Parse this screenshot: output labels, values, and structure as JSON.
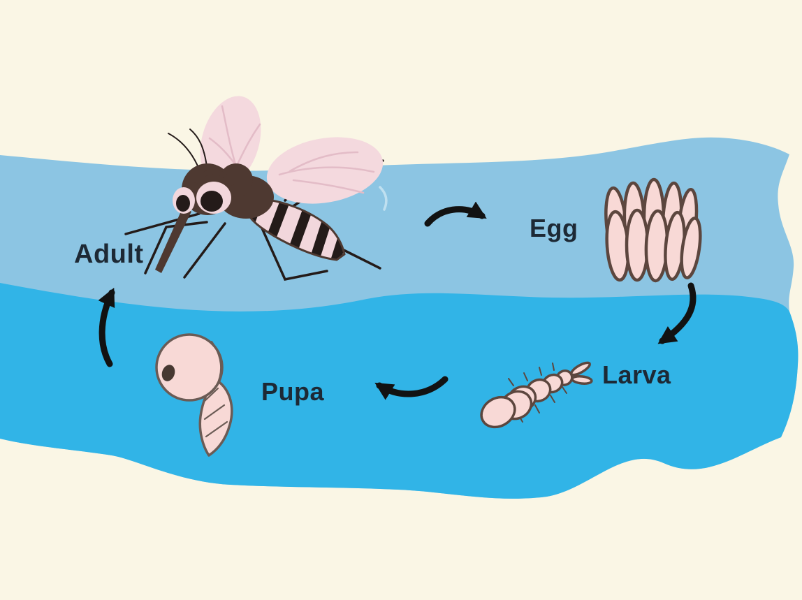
{
  "diagram": {
    "subject_labels_visible": [
      "Adult",
      "Egg",
      "Larva",
      "Pupa"
    ],
    "stages": [
      {
        "id": "adult",
        "label": "Adult",
        "illustration": "adult-mosquito-icon"
      },
      {
        "id": "egg",
        "label": "Egg",
        "illustration": "egg-raft-icon"
      },
      {
        "id": "larva",
        "label": "Larva",
        "illustration": "larva-icon"
      },
      {
        "id": "pupa",
        "label": "Pupa",
        "illustration": "pupa-icon"
      }
    ],
    "flow": [
      {
        "from": "Adult",
        "to": "Egg"
      },
      {
        "from": "Egg",
        "to": "Larva"
      },
      {
        "from": "Larva",
        "to": "Pupa"
      },
      {
        "from": "Pupa",
        "to": "Adult"
      }
    ]
  },
  "colors": {
    "background": "#FAF6E5",
    "water_light": "#8CC5E3",
    "water_dark": "#31B4E7",
    "label_text": "#1D2935",
    "arrow": "#121212",
    "pink": "#F8D9D6",
    "pink_outline": "#5C463E",
    "mosquito_brown": "#4E3931",
    "stripe_dark": "#241B19",
    "stripe_pink": "#F2D7DC",
    "wing_pink": "#F4D9DE",
    "wing_vein": "#E3BCC7"
  }
}
